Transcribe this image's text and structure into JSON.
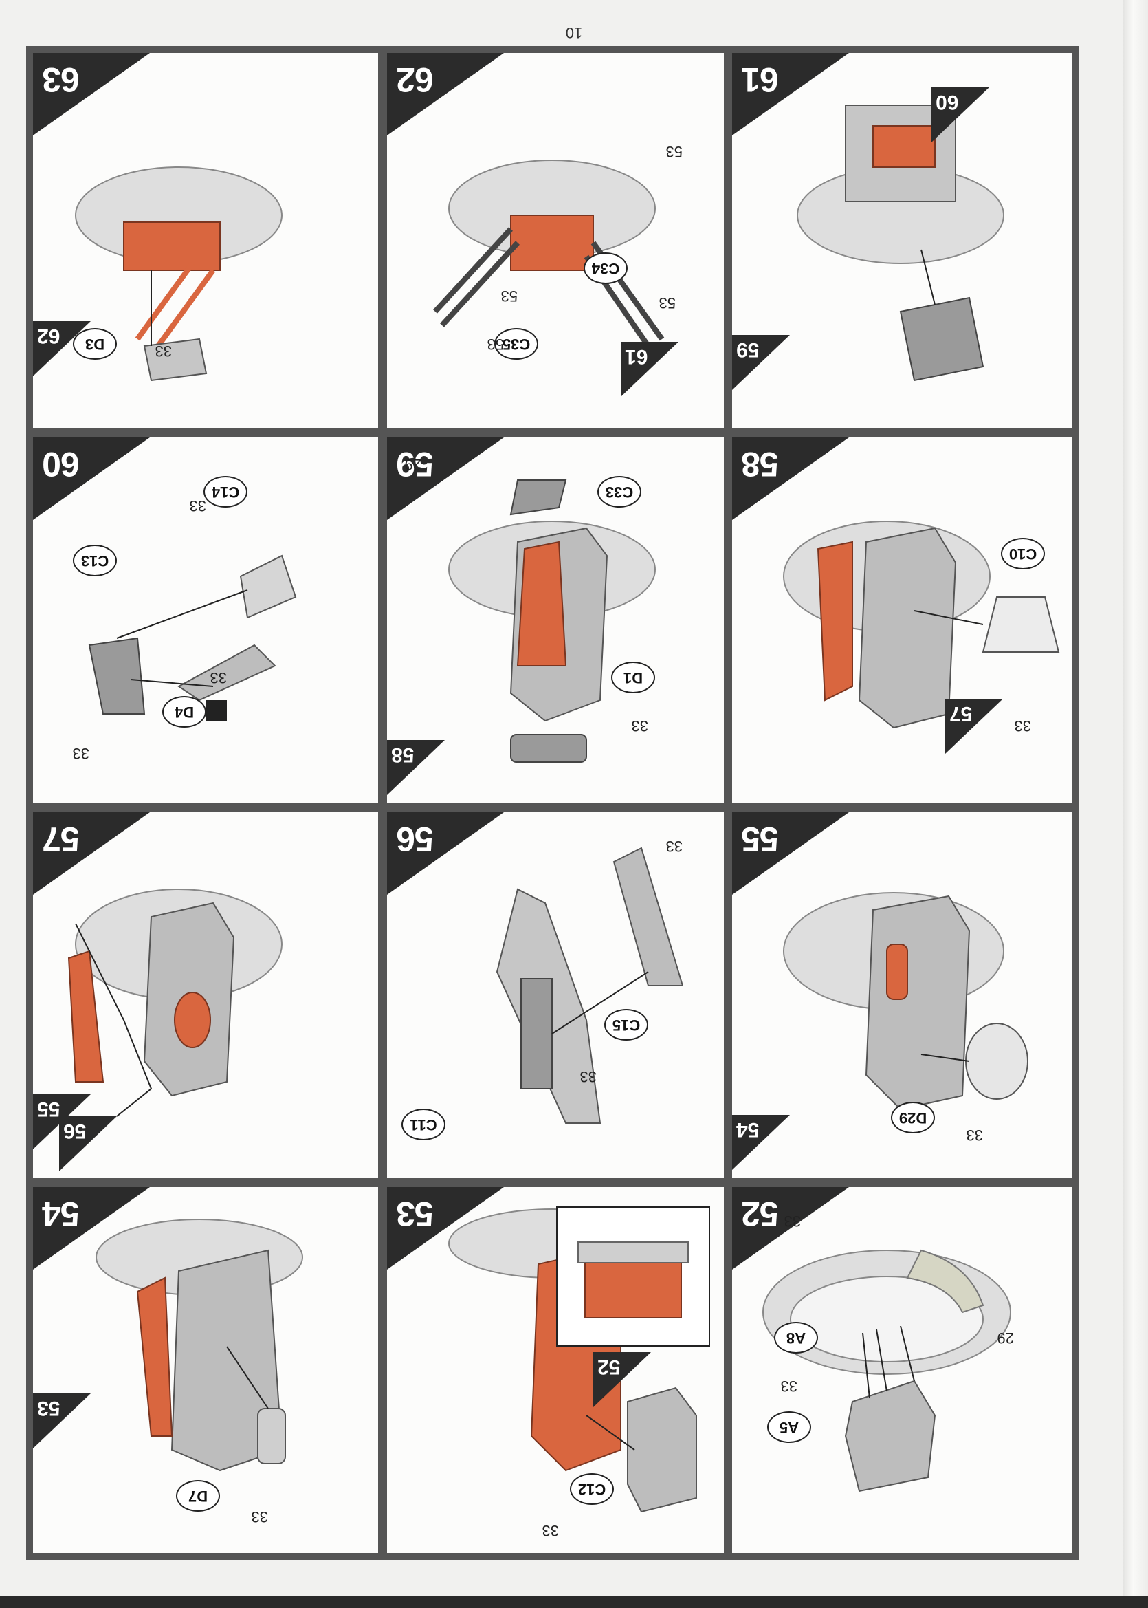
{
  "page": {
    "number": "10"
  },
  "colors": {
    "orange": "#d9663f",
    "grey": "#c8c8c8",
    "dark": "#2b2b2b"
  },
  "steps": [
    {
      "step": "52",
      "labels": {
        "a5": "A5",
        "a8": "A8",
        "n33a": "33",
        "n33b": "33",
        "n29": "29"
      }
    },
    {
      "step": "53",
      "ref": "52",
      "labels": {
        "c12": "C12",
        "n33": "33"
      }
    },
    {
      "step": "54",
      "ref": "53",
      "labels": {
        "d7": "D7",
        "n33": "33"
      }
    },
    {
      "step": "55",
      "ref": "54",
      "labels": {
        "d29": "D29",
        "n33": "33"
      }
    },
    {
      "step": "56",
      "labels": {
        "c11": "C11",
        "c15": "C15",
        "n33a": "33",
        "n33b": "33"
      }
    },
    {
      "step": "57",
      "ref": "55",
      "ref2": "56"
    },
    {
      "step": "58",
      "ref": "57",
      "labels": {
        "c10": "C10",
        "n33": "33"
      }
    },
    {
      "step": "59",
      "ref": "58",
      "labels": {
        "d1": "D1",
        "c33": "C33",
        "n33": "33",
        "n29": "29"
      }
    },
    {
      "step": "60",
      "labels": {
        "d4": "D4",
        "c13": "C13",
        "c14": "C14",
        "n33a": "33",
        "n33b": "33",
        "n33c": "33"
      }
    },
    {
      "step": "61",
      "ref": "59",
      "ref2": "60"
    },
    {
      "step": "62",
      "ref": "61",
      "labels": {
        "c34": "C34",
        "c35": "C35",
        "n53a": "53",
        "n53b": "53",
        "n53c": "53",
        "n53d": "53"
      }
    },
    {
      "step": "63",
      "ref": "62",
      "labels": {
        "d3": "D3",
        "n33": "33"
      }
    }
  ]
}
